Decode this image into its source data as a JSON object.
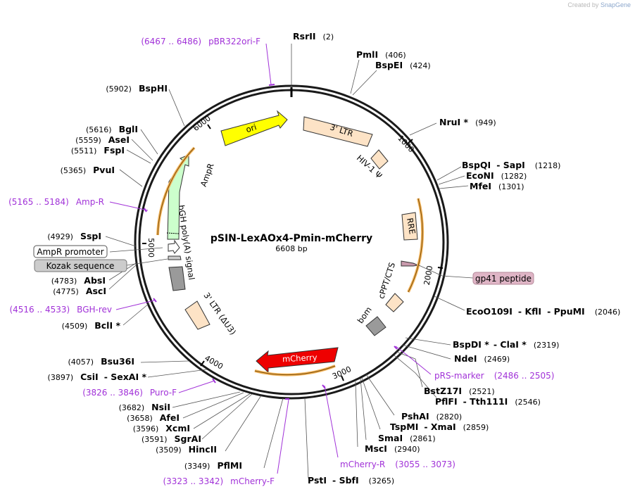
{
  "credit": {
    "prefix": "Created by",
    "brand": "SnapGene"
  },
  "plasmid": {
    "name": "pSIN-LexAOx4-Pmin-mCherry",
    "size_label": "6608 bp"
  },
  "ticks": [
    "1000",
    "2000",
    "3000",
    "4000",
    "5000",
    "6000"
  ],
  "features": [
    {
      "id": "ori",
      "label": "ori",
      "color": "#ffff00"
    },
    {
      "id": "ltr3",
      "label": "3' LTR",
      "color": "#fde3c6"
    },
    {
      "id": "psi",
      "label": "HIV-1 Ψ",
      "color": "#fde3c6"
    },
    {
      "id": "rre",
      "label": "RRE",
      "color": "#fde3c6"
    },
    {
      "id": "gp41",
      "label": "gp41 peptide",
      "color": "#dfb5c6"
    },
    {
      "id": "cppt",
      "label": "cPPT/CTS",
      "color": "#fde3c6"
    },
    {
      "id": "bom",
      "label": "bom",
      "color": "#9a9a9a"
    },
    {
      "id": "mcherry",
      "label": "mCherry",
      "color": "#ee0000"
    },
    {
      "id": "ltr3du3",
      "label": "3' LTR (ΔU3)",
      "color": "#fde3c6"
    },
    {
      "id": "bgh",
      "label": "bGH poly(A) signal",
      "color": "#9a9a9a"
    },
    {
      "id": "ampr",
      "label": "AmpR",
      "color": "#ccffcc"
    },
    {
      "id": "amprprom",
      "label": "AmpR promoter",
      "color": "#ffffff"
    },
    {
      "id": "kozak",
      "label": "Kozak sequence",
      "color": "#cccccc"
    }
  ],
  "sites": [
    {
      "name": "RsrII",
      "pos": "(2)"
    },
    {
      "name": "PmlI",
      "pos": "(406)"
    },
    {
      "name": "BspEI",
      "pos": "(424)"
    },
    {
      "name": "NruI *",
      "pos": "(949)"
    },
    {
      "name": "BspQI",
      "name2": "SapI",
      "pos": "(1218)"
    },
    {
      "name": "EcoNI",
      "pos": "(1282)"
    },
    {
      "name": "MfeI",
      "pos": "(1301)"
    },
    {
      "name": "EcoO109I",
      "name2": "KflI",
      "name3": "PpuMI",
      "pos": "(2046)"
    },
    {
      "name": "BspDI *",
      "name2": "ClaI *",
      "pos": "(2319)"
    },
    {
      "name": "NdeI",
      "pos": "(2469)"
    },
    {
      "name": "BstZ17I",
      "pos": "(2521)"
    },
    {
      "name": "PflFI",
      "name2": "Tth111I",
      "pos": "(2546)"
    },
    {
      "name": "PshAI",
      "pos": "(2820)"
    },
    {
      "name": "TspMI",
      "name2": "XmaI",
      "pos": "(2859)"
    },
    {
      "name": "SmaI",
      "pos": "(2861)"
    },
    {
      "name": "MscI",
      "pos": "(2940)"
    },
    {
      "name": "PstI",
      "name2": "SbfI",
      "pos": "(3265)"
    },
    {
      "name": "PflMI",
      "pos": "(3349)"
    },
    {
      "name": "HincII",
      "pos": "(3509)"
    },
    {
      "name": "SgrAI",
      "pos": "(3591)"
    },
    {
      "name": "XcmI",
      "pos": "(3596)"
    },
    {
      "name": "AfeI",
      "pos": "(3658)"
    },
    {
      "name": "NsiI",
      "pos": "(3682)"
    },
    {
      "name": "CsiI",
      "name2": "SexAI *",
      "pos": "(3897)"
    },
    {
      "name": "Bsu36I",
      "pos": "(4057)"
    },
    {
      "name": "BclI *",
      "pos": "(4509)"
    },
    {
      "name": "AscI",
      "pos": "(4775)"
    },
    {
      "name": "AbsI",
      "pos": "(4783)"
    },
    {
      "name": "SspI",
      "pos": "(4929)"
    },
    {
      "name": "PvuI",
      "pos": "(5365)"
    },
    {
      "name": "FspI",
      "pos": "(5511)"
    },
    {
      "name": "AseI",
      "pos": "(5559)"
    },
    {
      "name": "BglI",
      "pos": "(5616)"
    },
    {
      "name": "BspHI",
      "pos": "(5902)"
    }
  ],
  "primers": [
    {
      "range": "(6467 .. 6486)",
      "name": "pBR322ori-F"
    },
    {
      "range": "(5165 .. 5184)",
      "name": "Amp-R"
    },
    {
      "range": "(4516 .. 4533)",
      "name": "BGH-rev"
    },
    {
      "range": "(3826 .. 3846)",
      "name": "Puro-F"
    },
    {
      "range": "(3323 .. 3342)",
      "name": "mCherry-F"
    },
    {
      "range": "(3055 .. 3073)",
      "name": "mCherry-R"
    },
    {
      "name": "pRS-marker",
      "range": "(2486 .. 2505)"
    }
  ]
}
